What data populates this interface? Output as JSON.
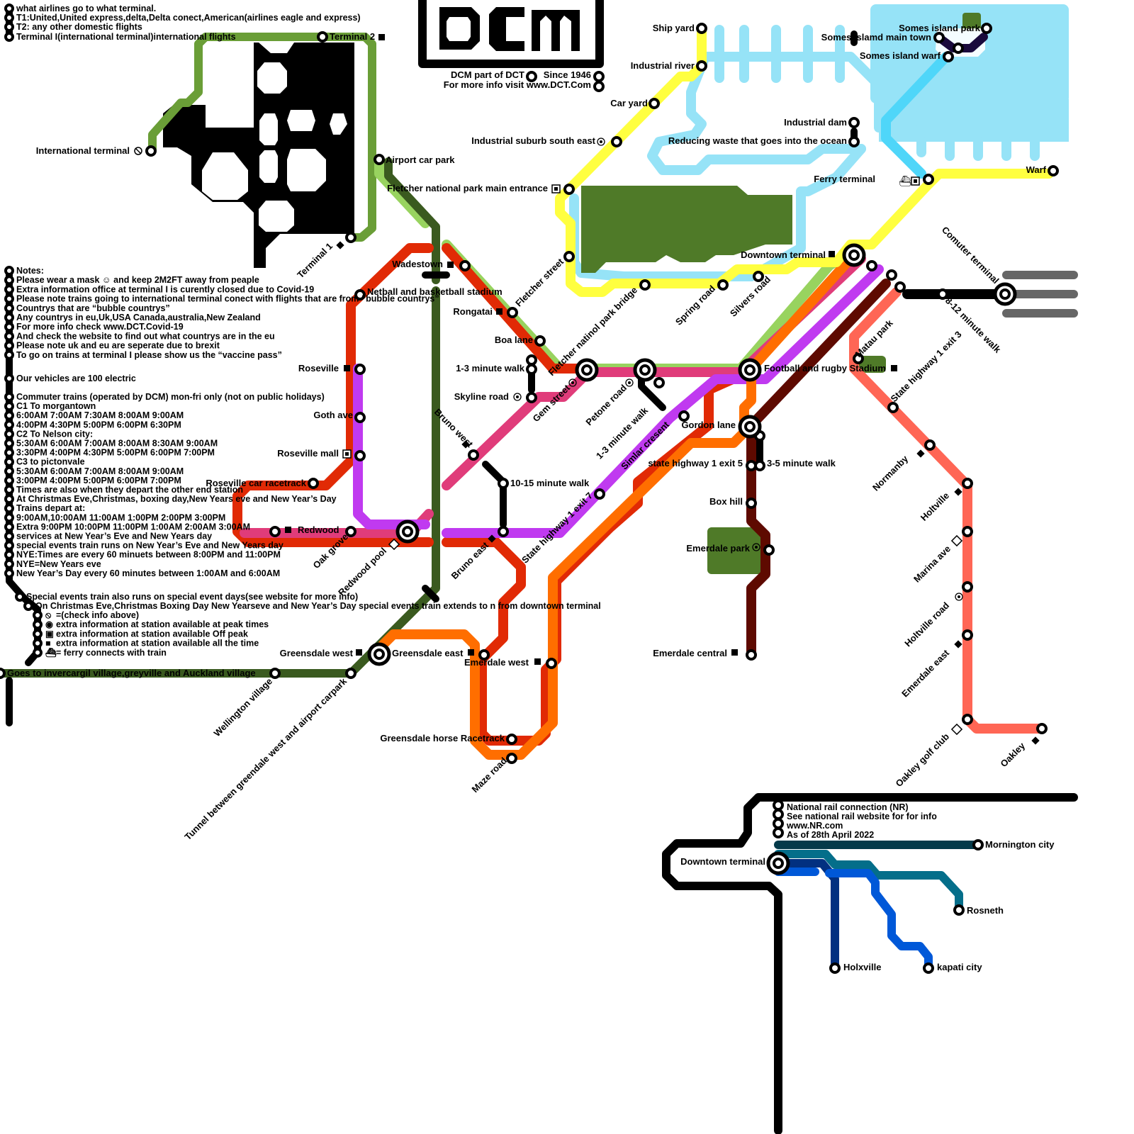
{
  "brand": {
    "logo_text": "DCM",
    "part_of": "DCM part of DCT",
    "since": "Since 1946",
    "more_info": "For more info visit www.DCT.Com"
  },
  "colors": {
    "airport_green": "#6a9e37",
    "light_green": "#98d35f",
    "dark_green": "#3a5a1f",
    "red": "#e12a05",
    "pink": "#e03c7a",
    "purple": "#c03af0",
    "orange": "#ff6e00",
    "maroon": "#5e0a00",
    "salmon": "#ff6655",
    "yellow": "#ffff40",
    "water": "#96e3f7",
    "ferry_blue": "#4fd6f9",
    "island_navy": "#1a0a3c",
    "park_green": "#4f7a28",
    "walk_black": "#000000",
    "commuter_grey": "#666666",
    "nr_darkteal": "#043a4a",
    "nr_teal": "#046e8a",
    "nr_navy": "#023080",
    "nr_blue": "#0058d8"
  },
  "airline_notes": [
    "what airlines go to what terminal.",
    "T1:United,United express,delta,Delta conect,American(airlines eagle and express)",
    "T2: any other domestic flights",
    "Terminal I(international terminal)international flights"
  ],
  "notes": [
    "Notes:",
    "Please wear a mask ☺ and keep 2M2FT away from peaple",
    "Extra information office at terminal I is curently closed due to Covid-19",
    "Please note trains going to international terminal conect with flights that are from “bubble countrys”",
    "Countrys that are “bubble countrys”",
    "Any countrys in eu,Uk,USA Canada,australia,New Zealand",
    "For more info check www.DCT.Covid-19",
    "And check the website to find out what countrys are in the eu",
    "Please note uk and eu are seperate due to brexit",
    "To go on trains at terminal I please show us the “vaccine pass”"
  ],
  "electric_note": "Our vehicles are 100 electric",
  "schedule": [
    "Commuter trains (operated by DCM) mon-fri only (not on public holidays)",
    "C1 To morgantown",
    "6:00AM 7:00AM 7:30AM 8:00AM 9:00AM",
    "4:00PM 4:30PM 5:00PM 6:00PM 6:30PM",
    "C2 To Nelson city:",
    "5:30AM 6:00AM 7:00AM 8:00AM 8:30AM 9:00AM",
    "3:30PM 4:00PM 4:30PM 5:00PM 6:00PM 7:00PM",
    "C3 to pictonvale",
    "5:30AM 6:00AM 7:00AM 8:00AM 9:00AM",
    "3:00PM 4:00PM 5:00PM 6:00PM 7:00PM",
    "Times are also when they depart the other end station",
    "At Christmas Eve,Christmas, boxing day,New Years eve and New Year’s Day",
    "Trains depart at:",
    "9:00AM,10:00AM 11:00AM 1:00PM 2:00PM 3:00PM",
    "Extra 9:00PM 10:00PM 11:00PM 1:00AM 2:00AM 3:00AM",
    "services at New Year’s Eve and New Years day",
    "special events train runs on New Year’s Eve and New Years day",
    "NYE:Times are every 60 minuets between 8:00PM and 11:00PM",
    "NYE=New Years eve",
    "New Year’s Day every 60 minutes between 1:00AM and 6:00AM"
  ],
  "special_events": [
    "Special events train also runs on special event days(see website for more info)",
    "On Christmas Eve,Christmas Boxing Day New Yearseve and New Year’s Day special events train extends to n from downtown terminal"
  ],
  "legend": [
    {
      "icon": "no-entry-icon",
      "glyph": "⦸",
      "text": "=(check info above)"
    },
    {
      "icon": "peak-info-icon",
      "glyph": "◉",
      "text": "extra information at station available at peak times"
    },
    {
      "icon": "offpeak-info-icon",
      "glyph": "▣",
      "text": "extra information at station available Off peak"
    },
    {
      "icon": "allday-info-icon",
      "glyph": "■",
      "text": "extra information at station available all the time"
    },
    {
      "icon": "ferry-icon",
      "glyph": "⛴",
      "text": "= ferry connects with train"
    }
  ],
  "national_rail": {
    "notes": [
      "National rail connection (NR)",
      "See national rail website for for info",
      "www.NR.com",
      "As of 28th April 2022"
    ],
    "hub": "Downtown terminal",
    "destinations": [
      "Mornington city",
      "Rosneth",
      "Holxville",
      "kapati city"
    ]
  },
  "stations": {
    "terminal_2": "Terminal 2",
    "international_terminal": "International terminal",
    "terminal_1": "Terminal 1",
    "airport_car_park": "Airport car park",
    "fletcher_main": "Fletcher national park main entrance",
    "wadestown": "Wadestown",
    "netball": "Netball and basketball stadium",
    "rongatai": "Rongatai",
    "boa_lane": "Boa lane",
    "walk_1_3_a": "1-3 minute walk",
    "skyline_road": "Skyline road",
    "roseville": "Roseville",
    "goth_ave": "Goth ave",
    "roseville_mall": "Roseville mall",
    "roseville_racetrack": "Roseville car racetrack",
    "redwood": "Redwood",
    "oak_grove": "Oak grove",
    "redwood_pool": "Redwood pool",
    "bruno_west": "Bruno west",
    "walk_10_15": "10-15 minute walk",
    "bruno_east": "Bruno east",
    "gem_street": "Gem street",
    "fletcher_street": "Fletcher street",
    "fletcher_bridge": "Fletcher natinol park bridge",
    "petone_road": "Petone road",
    "walk_1_3_b": "1-3 minute walk",
    "similar_cresent": "Simlar cresent",
    "sh1_exit7": "State highway 1 exit 7",
    "spring_road": "Spring road",
    "silvers_road": "Silvers road",
    "downtown_terminal": "Downtown terminal",
    "football_stadium": "Football and rugby Stadium",
    "gordon_lane": "Gordon lane",
    "sh1_exit5": "state highway 1 exit 5",
    "walk_3_5": "3-5 minute walk",
    "box_hill": "Box hill",
    "emerdale_park": "Emerdale park",
    "emerdale_central": "Emerdale central",
    "ship_yard": "Ship yard",
    "industrial_river": "Industrial river",
    "car_yard": "Car yard",
    "industrial_suburb": "Industrial suburb south east",
    "industrial_dam": "Industrial dam",
    "reducing_waste": "Reducing waste that goes into the ocean",
    "ferry_terminal": "Ferry terminal",
    "warf": "Warf",
    "somes_park": "Somes island park",
    "somes_town": "Somes islamd main town",
    "somes_warf": "Somes island warf",
    "comuter_terminal": "Comuter terminal",
    "walk_8_12": "8-12 minute walk",
    "matau_park": "Matau park",
    "sh1_exit3": "State highway 1 exit 3",
    "normanby": "Normanby",
    "holtville": "Holtville",
    "marina_ave": "Marina ave",
    "holtville_road": "Holtville road",
    "emerdale_east": "Emerdale east",
    "oakley_golf": "Oakley golf club",
    "oakley": "Oakley",
    "greensdale_west": "Greensdale west",
    "greensdale_east": "Greensdale east",
    "emerdale_west": "Emerdale west",
    "greensdale_racetrack": "Greensdale horse Racetrack",
    "maze_road": "Maze road",
    "wellington_village": "Wellington village",
    "tunnel": "Tunnel between greendale west and airport carpark",
    "goes_to": "Goes to invercargil village,greyville and Auckland village"
  }
}
